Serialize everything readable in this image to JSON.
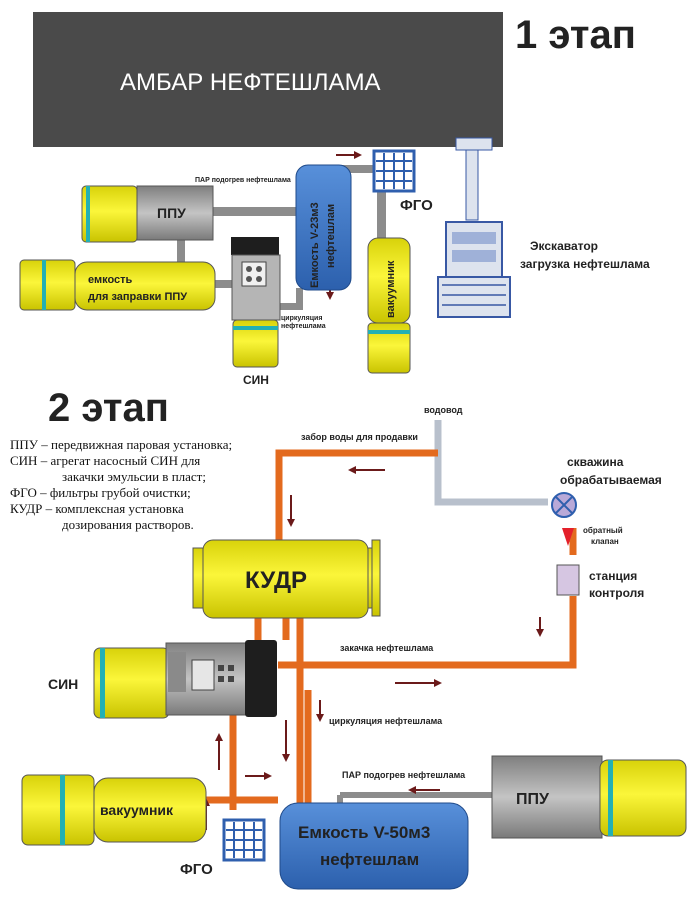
{
  "stage1": {
    "title": "1 этап",
    "ambar": "АМБАР НЕФТЕШЛАМА",
    "steam_label": "ПАР подогрев нефтешлама",
    "ppu": "ППУ",
    "tank_title": "Емкость V-23м3",
    "tank_sub": "нефтешлам",
    "fgo": "ФГО",
    "vacuum": "вакуумник",
    "excavator_line1": "Экскаватор",
    "excavator_line2": "загрузка нефтешлама",
    "fuel_tank_line1": "емкость",
    "fuel_tank_line2": "для заправки ППУ",
    "circ_line1": "циркуляция",
    "circ_line2": "нефтешлама",
    "sin": "СИН"
  },
  "stage2": {
    "title": "2 этап",
    "water_pipe": "водовод",
    "water_intake": "забор воды для продавки",
    "well_line1": "скважина",
    "well_line2": "обрабатываемая",
    "check_line1": "обратный",
    "check_line2": "клапан",
    "station_line1": "станция",
    "station_line2": "контроля",
    "kudr": "КУДР",
    "injection": "закачка нефтешлама",
    "sin": "СИН",
    "circulation": "циркуляция нефтешлама",
    "steam_label": "ПАР подогрев нефтешлама",
    "ppu": "ППУ",
    "vacuum": "вакуумник",
    "tank_line1": "Емкость V-50м3",
    "tank_line2": "нефтешлам",
    "fgo": "ФГО"
  },
  "legend": [
    "ППУ – передвижная паровая установка;",
    "СИН – агрегат насосный СИН для",
    "закачки эмульсии в пласт;",
    "ФГО – фильтры грубой очистки;",
    "КУДР – комплексная установка",
    "дозирования растворов."
  ],
  "colors": {
    "ambar": "#4a4a4a",
    "tank_blue": "#3a74c4",
    "yellow": "#f2ec1c",
    "pipe_orange": "#e36a1e",
    "pipe_gray": "#8c8c8c",
    "arrow": "#6b1a1a",
    "fgo_red": "#e4202a",
    "station": "#d6c6e2"
  }
}
